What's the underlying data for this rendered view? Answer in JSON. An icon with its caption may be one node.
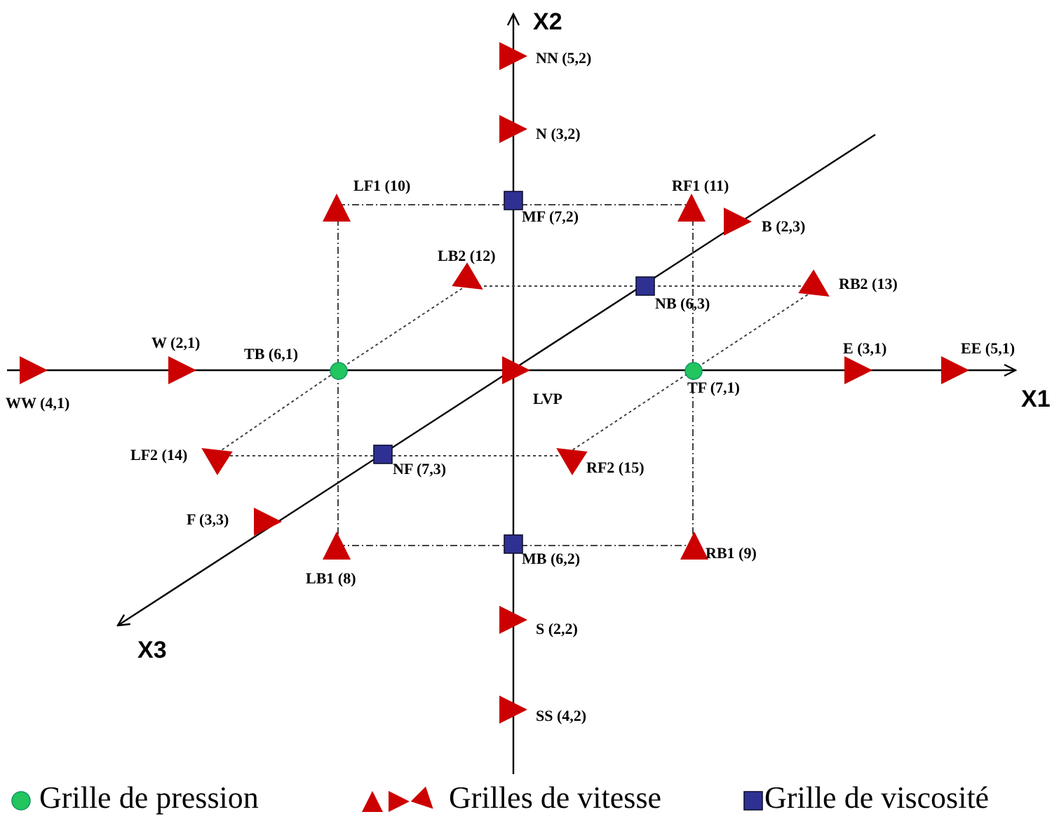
{
  "diagram": {
    "nodes": [
      {
        "text": [],
        "shape": "triangle",
        "beside": [
          "NN (5,2)"
        ]
      },
      {
        "text": [],
        "shape": "triangle",
        "beside": [
          "N (3,2)"
        ]
      },
      {
        "text": [],
        "shape": "triangle",
        "beside": [
          "LF1 (10)"
        ]
      },
      {
        "text": [],
        "shape": "square",
        "beside": [
          "MF (7,2)"
        ]
      },
      {
        "text": [],
        "shape": "triangle",
        "beside": [
          "RF1 (11)"
        ]
      },
      {
        "text": [],
        "shape": "triangle",
        "beside": [
          "B (2,3)"
        ]
      },
      {
        "text": [],
        "shape": "triangle",
        "beside": [
          "LB2 (12)"
        ]
      },
      {
        "text": [],
        "shape": "square",
        "beside": [
          "NB (6,3)"
        ]
      },
      {
        "text": [],
        "shape": "triangle",
        "beside": [
          "RB2 (13)"
        ]
      },
      {
        "text": [],
        "shape": "triangle",
        "beside": [
          "WW (4,1)"
        ]
      },
      {
        "text": [],
        "shape": "triangle",
        "beside": [
          "W (2,1)"
        ]
      },
      {
        "text": [],
        "shape": "circle",
        "beside": [
          "TB (6,1)"
        ]
      },
      {
        "text": [],
        "shape": "triangle",
        "beside": [
          "LVP"
        ]
      },
      {
        "text": [],
        "shape": "circle",
        "beside": [
          "TF (7,1)"
        ]
      },
      {
        "text": [],
        "shape": "triangle",
        "beside": [
          "E (3,1)"
        ]
      },
      {
        "text": [],
        "shape": "triangle",
        "beside": [
          "EE (5,1)"
        ]
      },
      {
        "text": [],
        "shape": "triangle",
        "beside": [
          "LF2 (14)"
        ]
      },
      {
        "text": [],
        "shape": "square",
        "beside": [
          "NF (7,3)"
        ]
      },
      {
        "text": [],
        "shape": "triangle",
        "beside": [
          "RF2 (15)"
        ]
      },
      {
        "text": [],
        "shape": "triangle",
        "beside": [
          "F (3,3)"
        ]
      },
      {
        "text": [],
        "shape": "triangle",
        "beside": [
          "LB1 (8)"
        ]
      },
      {
        "text": [],
        "shape": "square",
        "beside": [
          "MB (6,2)"
        ]
      },
      {
        "text": [],
        "shape": "triangle",
        "beside": [
          "RB1 (9)"
        ]
      },
      {
        "text": [],
        "shape": "triangle",
        "beside": [
          "S (2,2)"
        ]
      },
      {
        "text": [],
        "shape": "triangle",
        "beside": [
          "SS (4,2)"
        ]
      }
    ],
    "labels": [
      "X2",
      "X1",
      "X3"
    ],
    "legend": [
      {
        "text": "Grille de pression",
        "color": "#22c55e"
      },
      {
        "text": "Grilles de vitesse",
        "color": "#cc0000"
      },
      {
        "text": "Grille de viscosité",
        "color": "#2e3192"
      }
    ]
  }
}
